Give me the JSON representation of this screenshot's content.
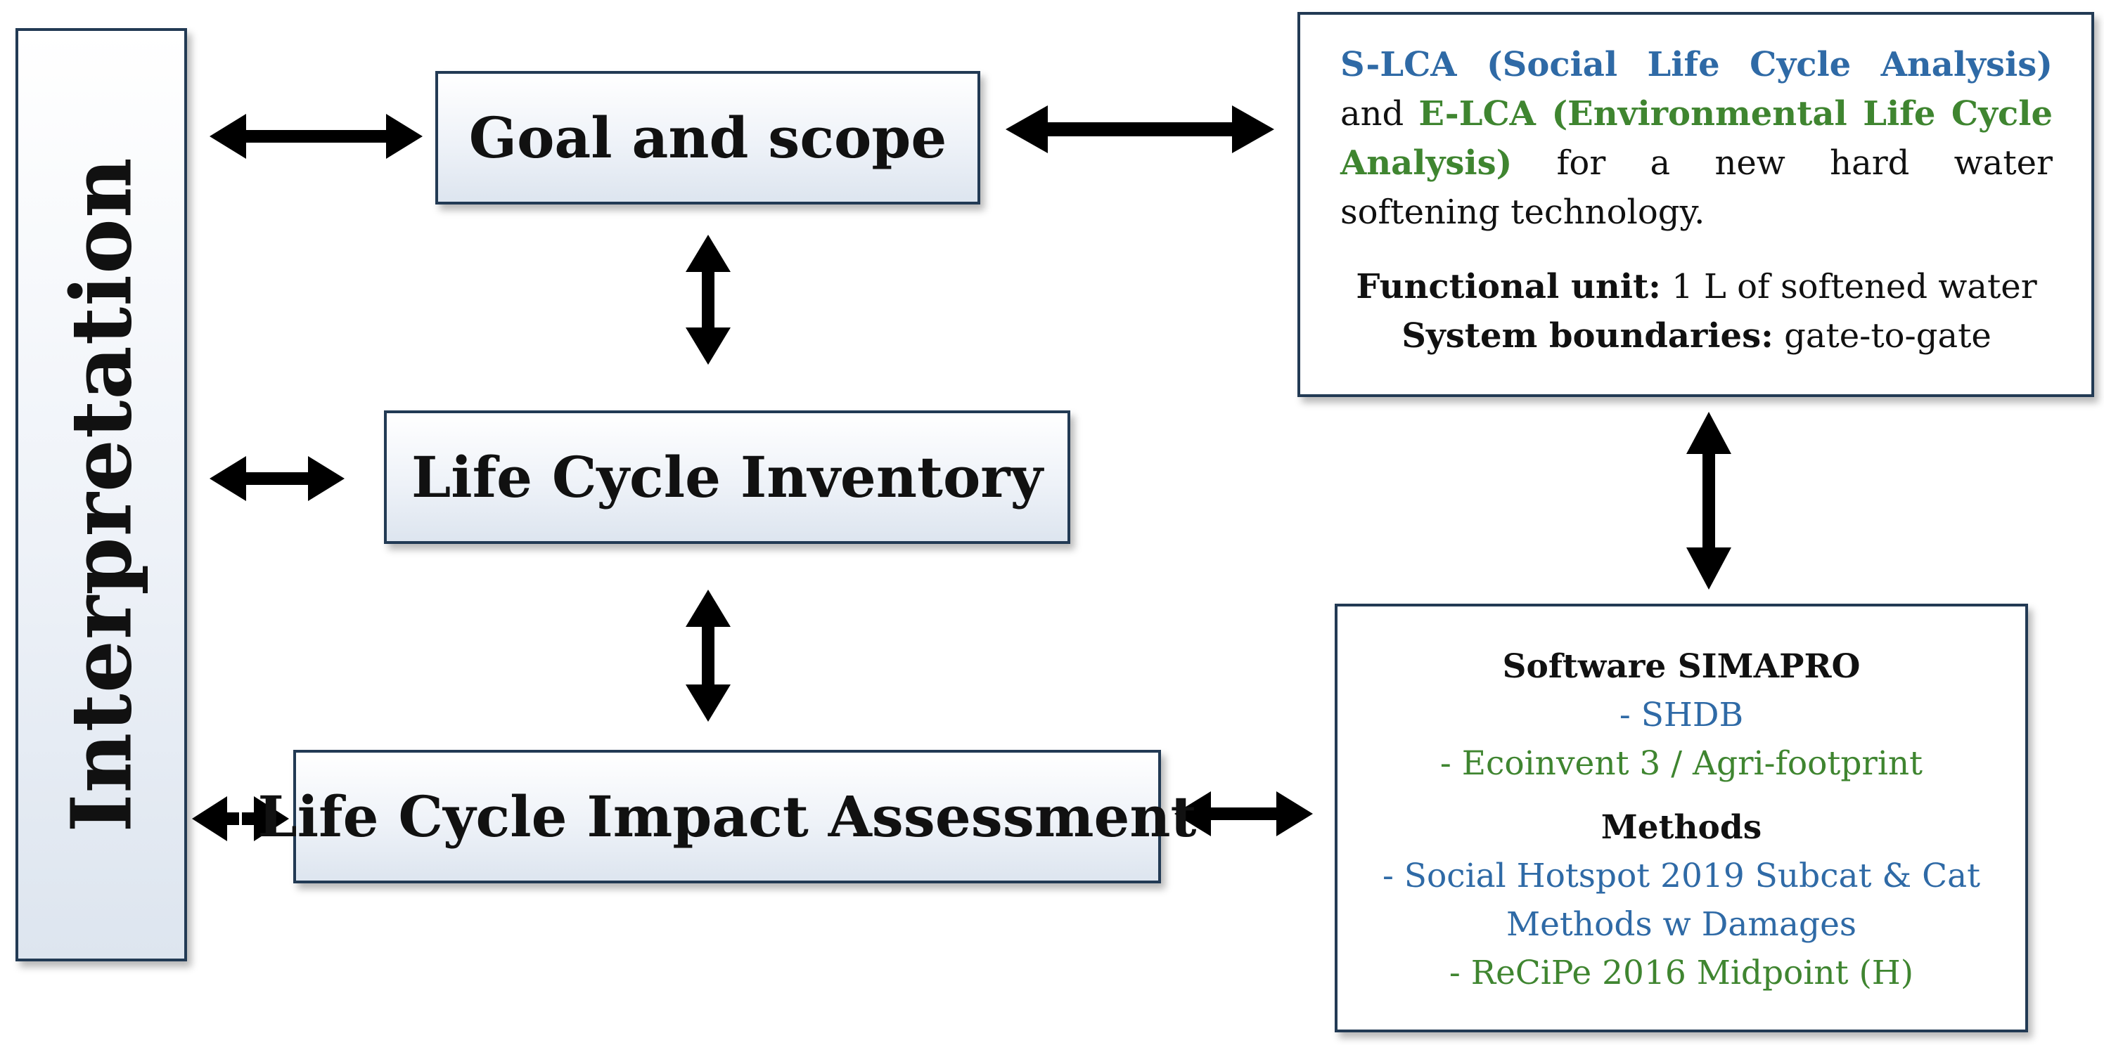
{
  "interpretation": {
    "label": "Interpretation"
  },
  "stages": {
    "goal": "Goal and scope",
    "inventory": "Life Cycle Inventory",
    "impact": "Life Cycle Impact Assessment"
  },
  "scope_box": {
    "slca": "S-LCA (Social Life Cycle Analysis)",
    "and": "and",
    "elca": "E-LCA (Environmental Life Cycle Analysis)",
    "rest": "for a new hard water softening technology.",
    "functional_unit_label": "Functional unit:",
    "functional_unit_value": "1 L of softened water",
    "system_boundaries_label": "System boundaries:",
    "system_boundaries_value": "gate-to-gate"
  },
  "software_box": {
    "software_heading": "Software SIMAPRO",
    "db1": "- SHDB",
    "db2": "- Ecoinvent 3 / Agri-footprint",
    "methods_heading": "Methods",
    "method1_line1": "- Social Hotspot 2019 Subcat & Cat",
    "method1_line2": "Methods w Damages",
    "method2": "- ReCiPe 2016 Midpoint (H)"
  },
  "colors": {
    "social_blue": "#2f6aa6",
    "environment_green": "#3f8530",
    "border": "#223a54"
  }
}
